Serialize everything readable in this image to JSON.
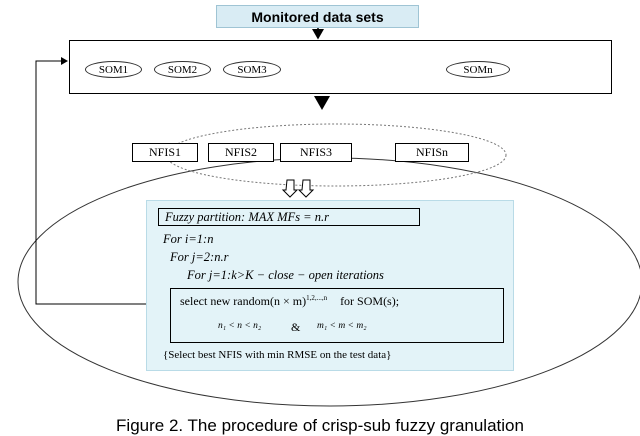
{
  "title": "Monitored data sets",
  "som_labels": [
    "SOM1",
    "SOM2",
    "SOM3",
    "SOMn"
  ],
  "nfis_labels": [
    "NFIS1",
    "NFIS2",
    "NFIS3",
    "NFISn"
  ],
  "procedure": {
    "fuzzy_partition": "Fuzzy partition: MAX MFs = n.r",
    "loop1": "For i=1:n",
    "loop2": "For j=2:n.r",
    "loop3": "For j=1:k>K − close − open iterations",
    "select_text": "select new random(n × m)",
    "select_sup": "1,2,...,n",
    "select_tail": "for SOM(s);",
    "condition_1": "n₁ < n < n₂",
    "condition_amp": "&",
    "condition_2": "m₁ < m < m₂",
    "footer": "{Select best NFIS with min RMSE on the test data}"
  },
  "caption": "Figure 2. The procedure of crisp-sub fuzzy granulation"
}
